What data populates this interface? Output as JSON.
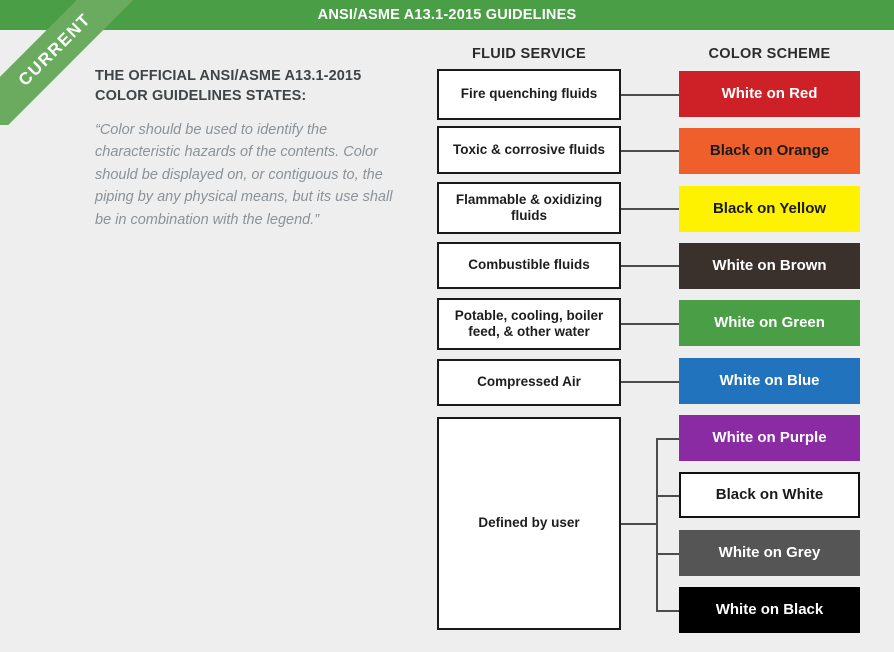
{
  "header": {
    "title": "ANSI/ASME A13.1-2015 GUIDELINES",
    "bar_color": "#4a9e46"
  },
  "ribbon": {
    "label": "CURRENT",
    "color": "#6aab60"
  },
  "intro": {
    "heading": "THE OFFICIAL ANSI/ASME A13.1-2015 COLOR GUIDELINES STATES:",
    "quote": "“Color should be used to identify the characteristic hazards of the contents. Color should be displayed on, or contiguous to, the piping by any physical means, but its use shall be in combination with the legend.”"
  },
  "columns": {
    "fluid_service": "FLUID SERVICE",
    "color_scheme": "COLOR SCHEME"
  },
  "chart_data": {
    "type": "table",
    "title": "ANSI/ASME A13.1-2015 GUIDELINES",
    "columns": [
      "FLUID SERVICE",
      "COLOR SCHEME"
    ],
    "rows": [
      {
        "fluid_service": "Fire quenching fluids",
        "color_scheme": "White on Red",
        "background": "#ce2127",
        "text_color": "#ffffff",
        "bordered": false
      },
      {
        "fluid_service": "Toxic & corrosive fluids",
        "color_scheme": "Black on Orange",
        "background": "#ef5f2b",
        "text_color": "#1a1a1a",
        "bordered": false
      },
      {
        "fluid_service": "Flammable & oxidizing fluids",
        "color_scheme": "Black on Yellow",
        "background": "#fff200",
        "text_color": "#1a1a1a",
        "bordered": false
      },
      {
        "fluid_service": "Combustible fluids",
        "color_scheme": "White on Brown",
        "background": "#3a302c",
        "text_color": "#ffffff",
        "bordered": false
      },
      {
        "fluid_service": "Potable, cooling, boiler feed, & other water",
        "color_scheme": "White on Green",
        "background": "#4a9e46",
        "text_color": "#ffffff",
        "bordered": false
      },
      {
        "fluid_service": "Compressed Air",
        "color_scheme": "White on Blue",
        "background": "#2273be",
        "text_color": "#ffffff",
        "bordered": false
      },
      {
        "fluid_service": "Defined by user",
        "color_scheme": "White on Purple",
        "background": "#8a2ba4",
        "text_color": "#ffffff",
        "bordered": false
      },
      {
        "fluid_service": "Defined by user",
        "color_scheme": "Black on White",
        "background": "#ffffff",
        "text_color": "#1a1a1a",
        "bordered": true
      },
      {
        "fluid_service": "Defined by user",
        "color_scheme": "White on Grey",
        "background": "#555555",
        "text_color": "#ffffff",
        "bordered": false
      },
      {
        "fluid_service": "Defined by user",
        "color_scheme": "White on Black",
        "background": "#000000",
        "text_color": "#ffffff",
        "bordered": false
      }
    ],
    "service_boxes": [
      "Fire quenching fluids",
      "Toxic & corrosive fluids",
      "Flammable & oxidizing fluids",
      "Combustible fluids",
      "Potable, cooling, boiler feed, & other water",
      "Compressed Air",
      "Defined by user"
    ]
  }
}
